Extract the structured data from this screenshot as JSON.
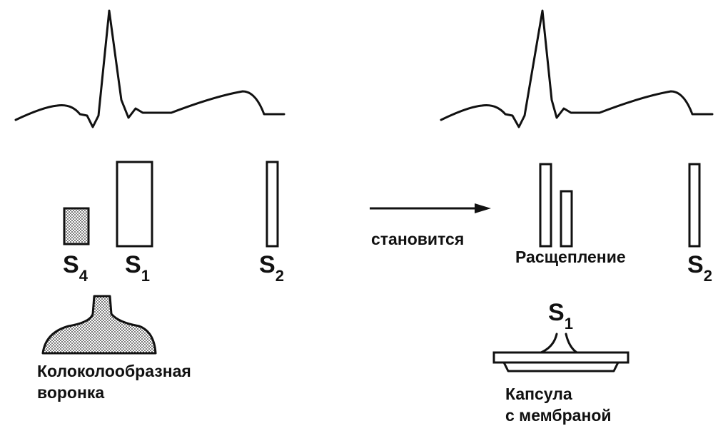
{
  "left_panel": {
    "sounds": [
      {
        "letter": "S",
        "index": "4"
      },
      {
        "letter": "S",
        "index": "1"
      },
      {
        "letter": "S",
        "index": "2"
      }
    ],
    "device_label_line1": "Колоколообразная",
    "device_label_line2": "воронка"
  },
  "transition": {
    "arrow_label": "становится"
  },
  "right_panel": {
    "split_label": "Расщепление",
    "s2": {
      "letter": "S",
      "index": "2"
    },
    "device_s1": {
      "letter": "S",
      "index": "1"
    },
    "device_label_line1": "Капсула",
    "device_label_line2": "с  мембраной"
  },
  "colors": {
    "ink": "#111111",
    "stipple": "#8a8a8a"
  }
}
